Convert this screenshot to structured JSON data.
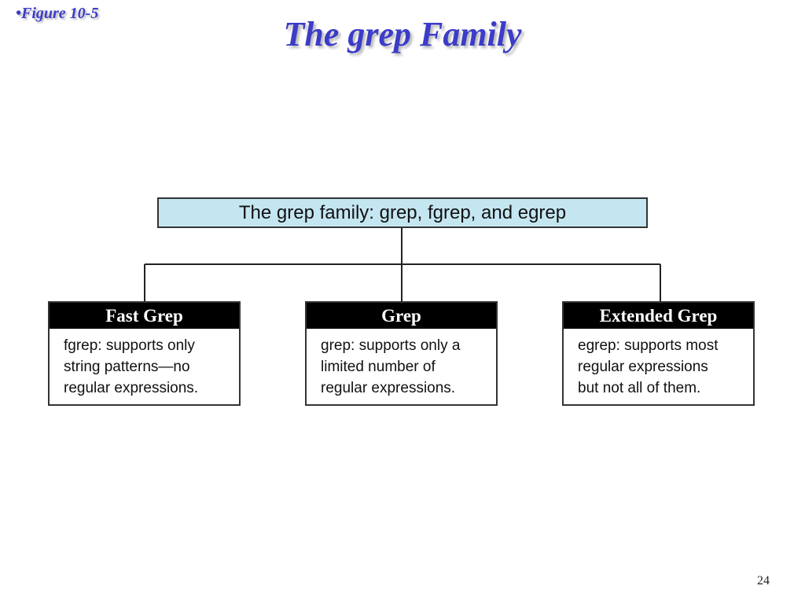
{
  "figure_label": "•Figure 10-5",
  "title": "The grep Family",
  "diagram": {
    "root": "The grep family: grep, fgrep, and egrep",
    "branches": [
      {
        "header": "Fast Grep",
        "lines": [
          "fgrep: supports only",
          "string patterns—no",
          "regular expressions."
        ]
      },
      {
        "header": "Grep",
        "lines": [
          "grep: supports only a",
          "limited number of",
          "regular expressions."
        ]
      },
      {
        "header": "Extended Grep",
        "lines": [
          "egrep: supports most",
          "regular expressions",
          "but not all of them."
        ]
      }
    ]
  },
  "page_number": "24",
  "colors": {
    "title": "#3c3cc8",
    "root_fill": "#c4e6f1",
    "header_fill": "#000000"
  }
}
